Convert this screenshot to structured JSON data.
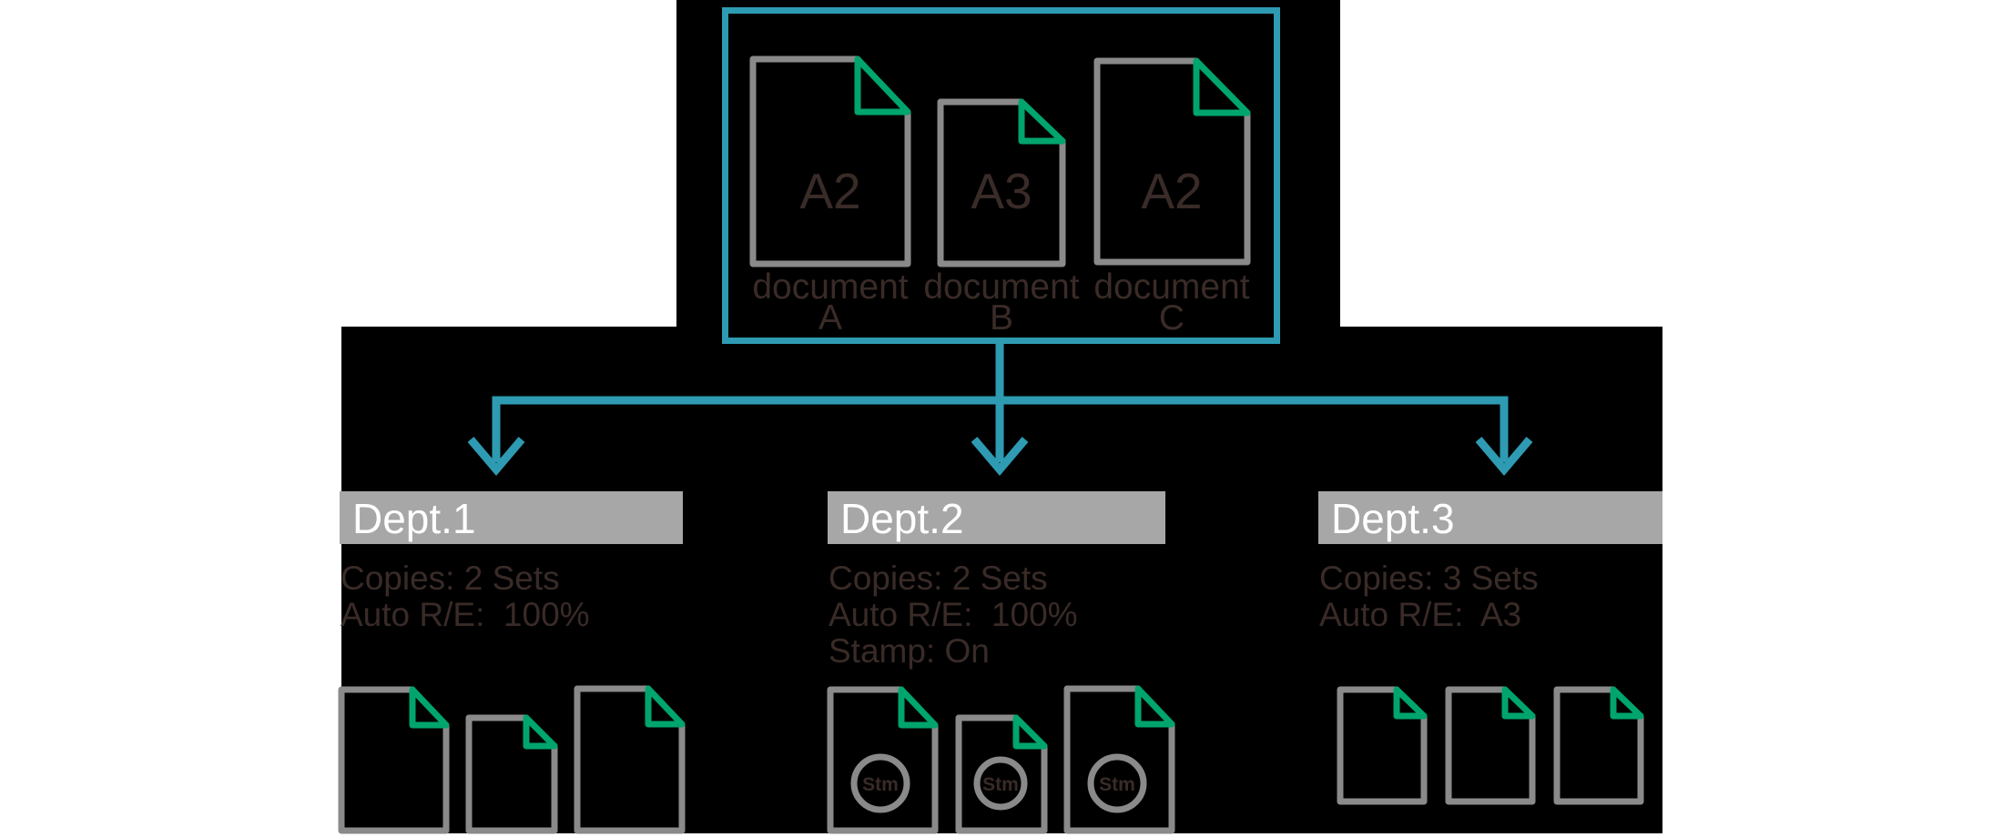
{
  "colors": {
    "teal": "#2E9BB3",
    "green": "#00A56E",
    "doc_outline": "#8A8A8A",
    "dept_bar": "#A7A7A7",
    "dark_text": "#392B27",
    "panel": "#000000",
    "page_bg": "#FFFFFF",
    "bar_text": "#FFFFFF"
  },
  "source_box": {
    "documents": [
      {
        "size_label": "A2",
        "caption_top": "document",
        "caption_bottom": "A"
      },
      {
        "size_label": "A3",
        "caption_top": "document",
        "caption_bottom": "B"
      },
      {
        "size_label": "A2",
        "caption_top": "document",
        "caption_bottom": "C"
      }
    ]
  },
  "departments": [
    {
      "name": "Dept.1",
      "settings": [
        "Copies: 2 Sets",
        "Auto R/E:  100%"
      ]
    },
    {
      "name": "Dept.2",
      "settings": [
        "Copies: 2 Sets",
        "Auto R/E:  100%",
        "Stamp: On"
      ],
      "stamp_label": "Stm"
    },
    {
      "name": "Dept.3",
      "settings": [
        "Copies: 3 Sets",
        "Auto R/E:  A3"
      ]
    }
  ]
}
